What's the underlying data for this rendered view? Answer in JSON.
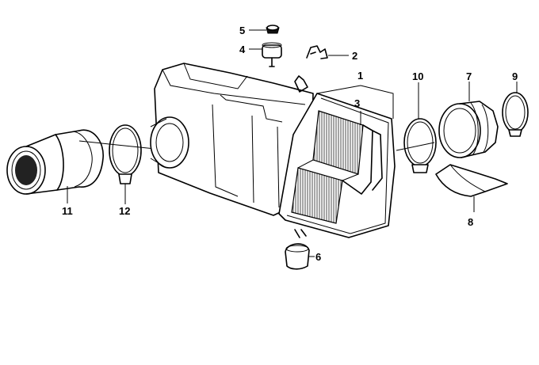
{
  "diagram": {
    "callouts": [
      {
        "key": "p1",
        "label": "1"
      },
      {
        "key": "p2",
        "label": "2"
      },
      {
        "key": "p3",
        "label": "3"
      },
      {
        "key": "p4",
        "label": "4"
      },
      {
        "key": "p5",
        "label": "5"
      },
      {
        "key": "p6",
        "label": "6"
      },
      {
        "key": "p7",
        "label": "7"
      },
      {
        "key": "p8",
        "label": "8"
      },
      {
        "key": "p9",
        "label": "9"
      },
      {
        "key": "p10",
        "label": "10"
      },
      {
        "key": "p11",
        "label": "11"
      },
      {
        "key": "p12",
        "label": "12"
      }
    ]
  }
}
